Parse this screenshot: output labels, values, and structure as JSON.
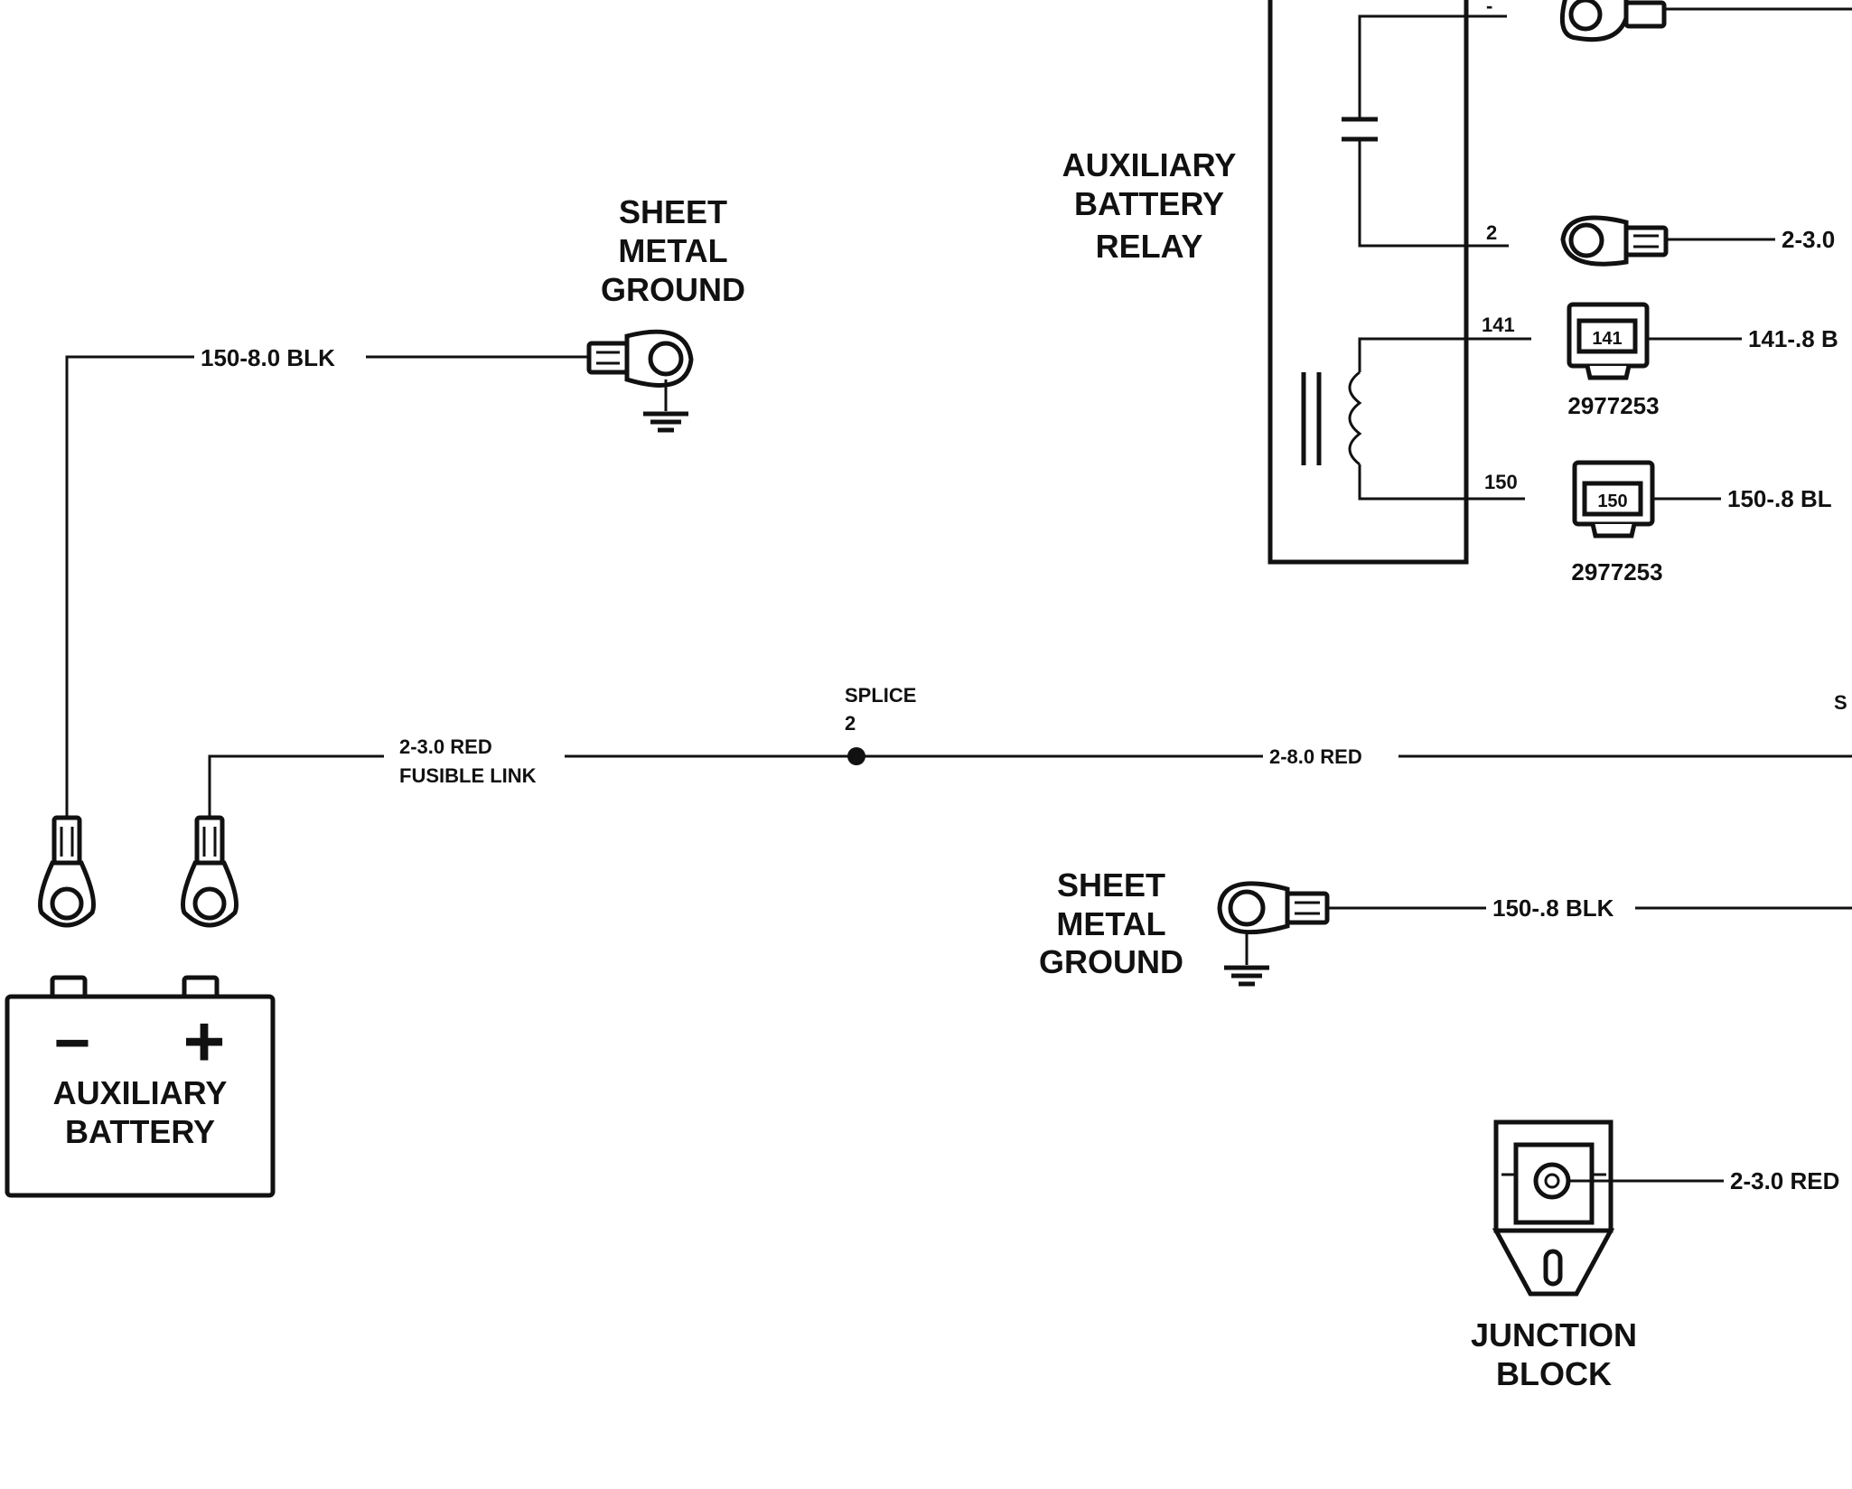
{
  "labels": {
    "sheet_metal_ground_top": [
      "SHEET",
      "METAL",
      "GROUND"
    ],
    "aux_battery_relay": [
      "AUXILIARY",
      "BATTERY",
      "RELAY"
    ],
    "aux_battery": [
      "AUXILIARY",
      "BATTERY"
    ],
    "sheet_metal_ground_mid": [
      "SHEET",
      "METAL",
      "GROUND"
    ],
    "junction_block": [
      "JUNCTION",
      "BLOCK"
    ],
    "splice": [
      "SPLICE",
      "2"
    ],
    "splice_right_partial": "S"
  },
  "wires": {
    "ground_main": "150-8.0 BLK",
    "fusible_link": [
      "2-3.0 RED",
      "FUSIBLE LINK"
    ],
    "main_feed": "2-8.0 RED",
    "relay_out": "2-3.0",
    "relay_141": "141-.8 B",
    "relay_150": "150-.8 BL",
    "ground_mid": "150-.8 BLK",
    "junction_out": "2-3.0 RED"
  },
  "relay": {
    "pin_top": "-",
    "pin_2": "2",
    "pin_141": "141",
    "pin_150": "150"
  },
  "connectors": {
    "c141": {
      "label": "141",
      "part": "2977253"
    },
    "c150": {
      "label": "150",
      "part": "2977253"
    }
  },
  "battery": {
    "neg": "−",
    "pos": "+"
  }
}
